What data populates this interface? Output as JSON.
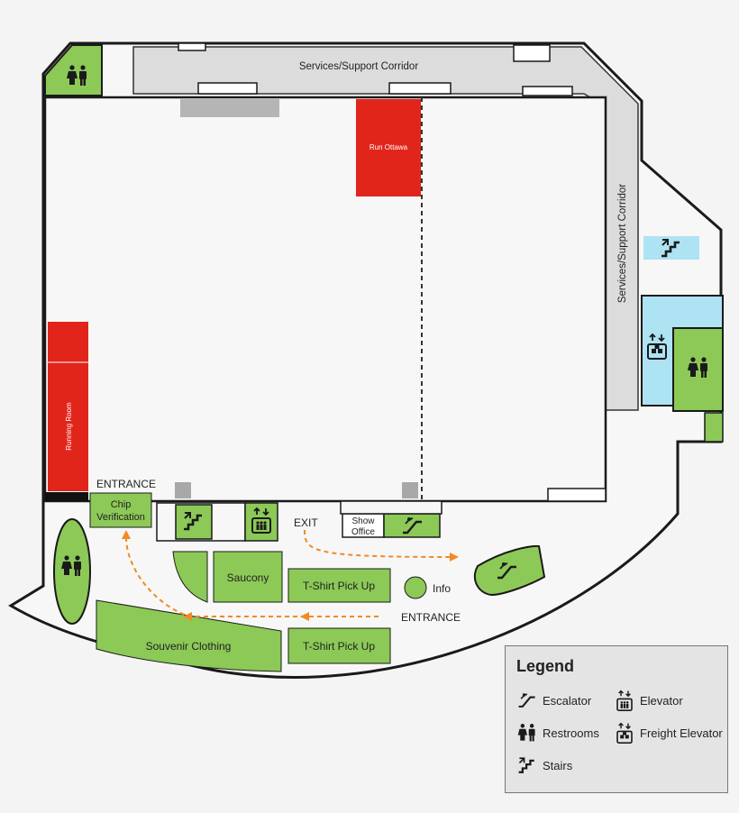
{
  "corridors": {
    "top": "Services/Support Corridor",
    "right": "Services/Support Corridor"
  },
  "booths": {
    "run_ottawa": "Run Ottawa",
    "running_room": "Running Room",
    "chip_verification": [
      "Chip",
      "Verification"
    ],
    "saucony": "Saucony",
    "tshirt_upper": "T-Shirt Pick Up",
    "tshirt_lower": "T-Shirt Pick Up",
    "souvenir": "Souvenir Clothing",
    "show_office": [
      "Show",
      "Office"
    ],
    "info": "Info"
  },
  "signs": {
    "entrance_top": "ENTRANCE",
    "entrance_bottom": "ENTRANCE",
    "exit": "EXIT"
  },
  "legend": {
    "title": "Legend",
    "escalator": "Escalator",
    "elevator": "Elevator",
    "restrooms": "Restrooms",
    "freight_elevator": "Freight Elevator",
    "stairs": "Stairs"
  },
  "colors": {
    "booth_green": "#8cc957",
    "booth_red": "#e1251b",
    "elevator_blue": "#aee3f3",
    "corridor_gray": "#dcdcdc",
    "path_orange": "#f08a24"
  },
  "icons": [
    "restroom-icon",
    "stairs-icon",
    "escalator-icon",
    "elevator-icon",
    "freight-elevator-icon",
    "door-swing-icon"
  ]
}
